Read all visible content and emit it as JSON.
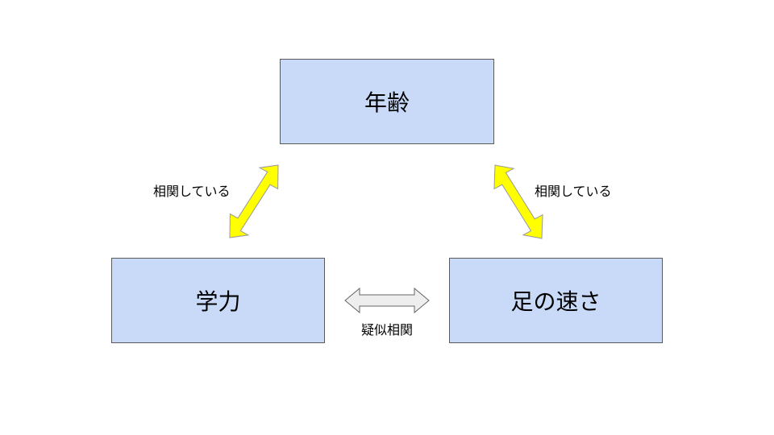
{
  "colors": {
    "node_fill": "#c9daf8",
    "node_border": "#595959",
    "correlated_arrow_fill": "#ffff00",
    "correlated_arrow_stroke": "#999999",
    "spurious_arrow_fill": "#eeeeee",
    "spurious_arrow_stroke": "#666666"
  },
  "nodes": {
    "age": "年齢",
    "academic": "学力",
    "speed": "足の速さ"
  },
  "labels": {
    "left_correlation": "相関している",
    "right_correlation": "相関している",
    "spurious": "疑似相関"
  },
  "edges": [
    {
      "from": "age",
      "to": "academic",
      "relation": "correlated",
      "style": "double-arrow-yellow"
    },
    {
      "from": "age",
      "to": "speed",
      "relation": "correlated",
      "style": "double-arrow-yellow"
    },
    {
      "from": "academic",
      "to": "speed",
      "relation": "spurious",
      "style": "double-arrow-gray"
    }
  ]
}
